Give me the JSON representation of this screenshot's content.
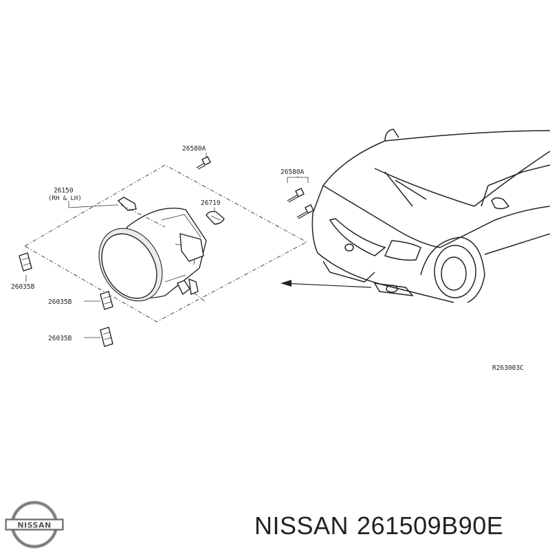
{
  "diagram": {
    "labels": {
      "bolt_top": "26580A",
      "lamp": "26150",
      "lamp_side": "(RH & LH)",
      "bulb": "26719",
      "bolts_right": "26580A",
      "clip_1": "26035B",
      "clip_2": "26035B",
      "clip_3": "26035B"
    },
    "ref_code": "R263003C"
  },
  "footer": {
    "logo_text": "NISSAN",
    "brand": "NISSAN",
    "part_number": "261509B90E"
  }
}
